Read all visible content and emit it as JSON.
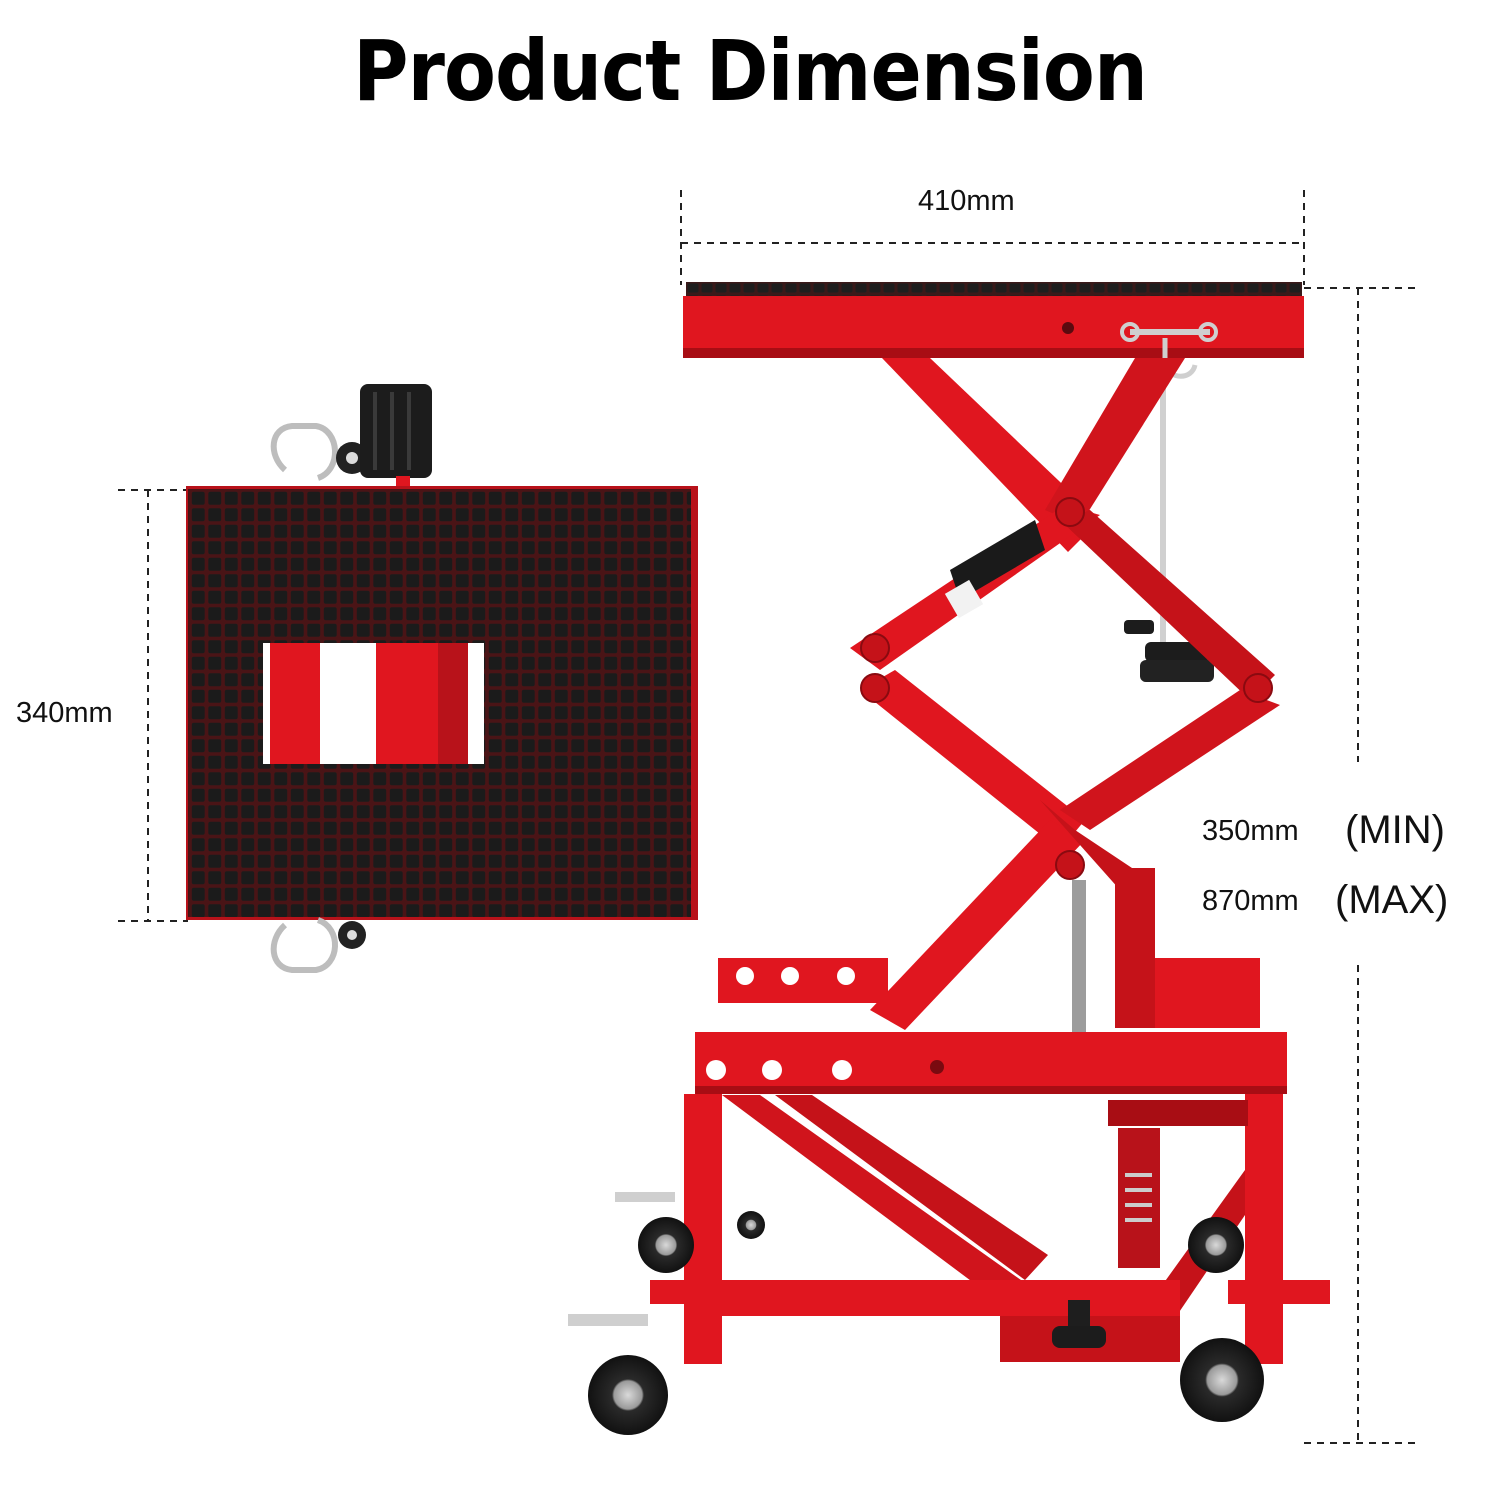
{
  "title": "Product Dimension",
  "dimensions": {
    "width": "410mm",
    "depth": "340mm",
    "height_min_value": "350mm",
    "height_min_tag": "(MIN)",
    "height_max_value": "870mm",
    "height_max_tag": "(MAX)"
  },
  "colors": {
    "frame_red": "#e0161f",
    "frame_shadow": "#a80d14",
    "rubber_black": "#1b1b1b",
    "rubber_groove": "#5a1a1a",
    "chrome": "#c8c8c8"
  }
}
